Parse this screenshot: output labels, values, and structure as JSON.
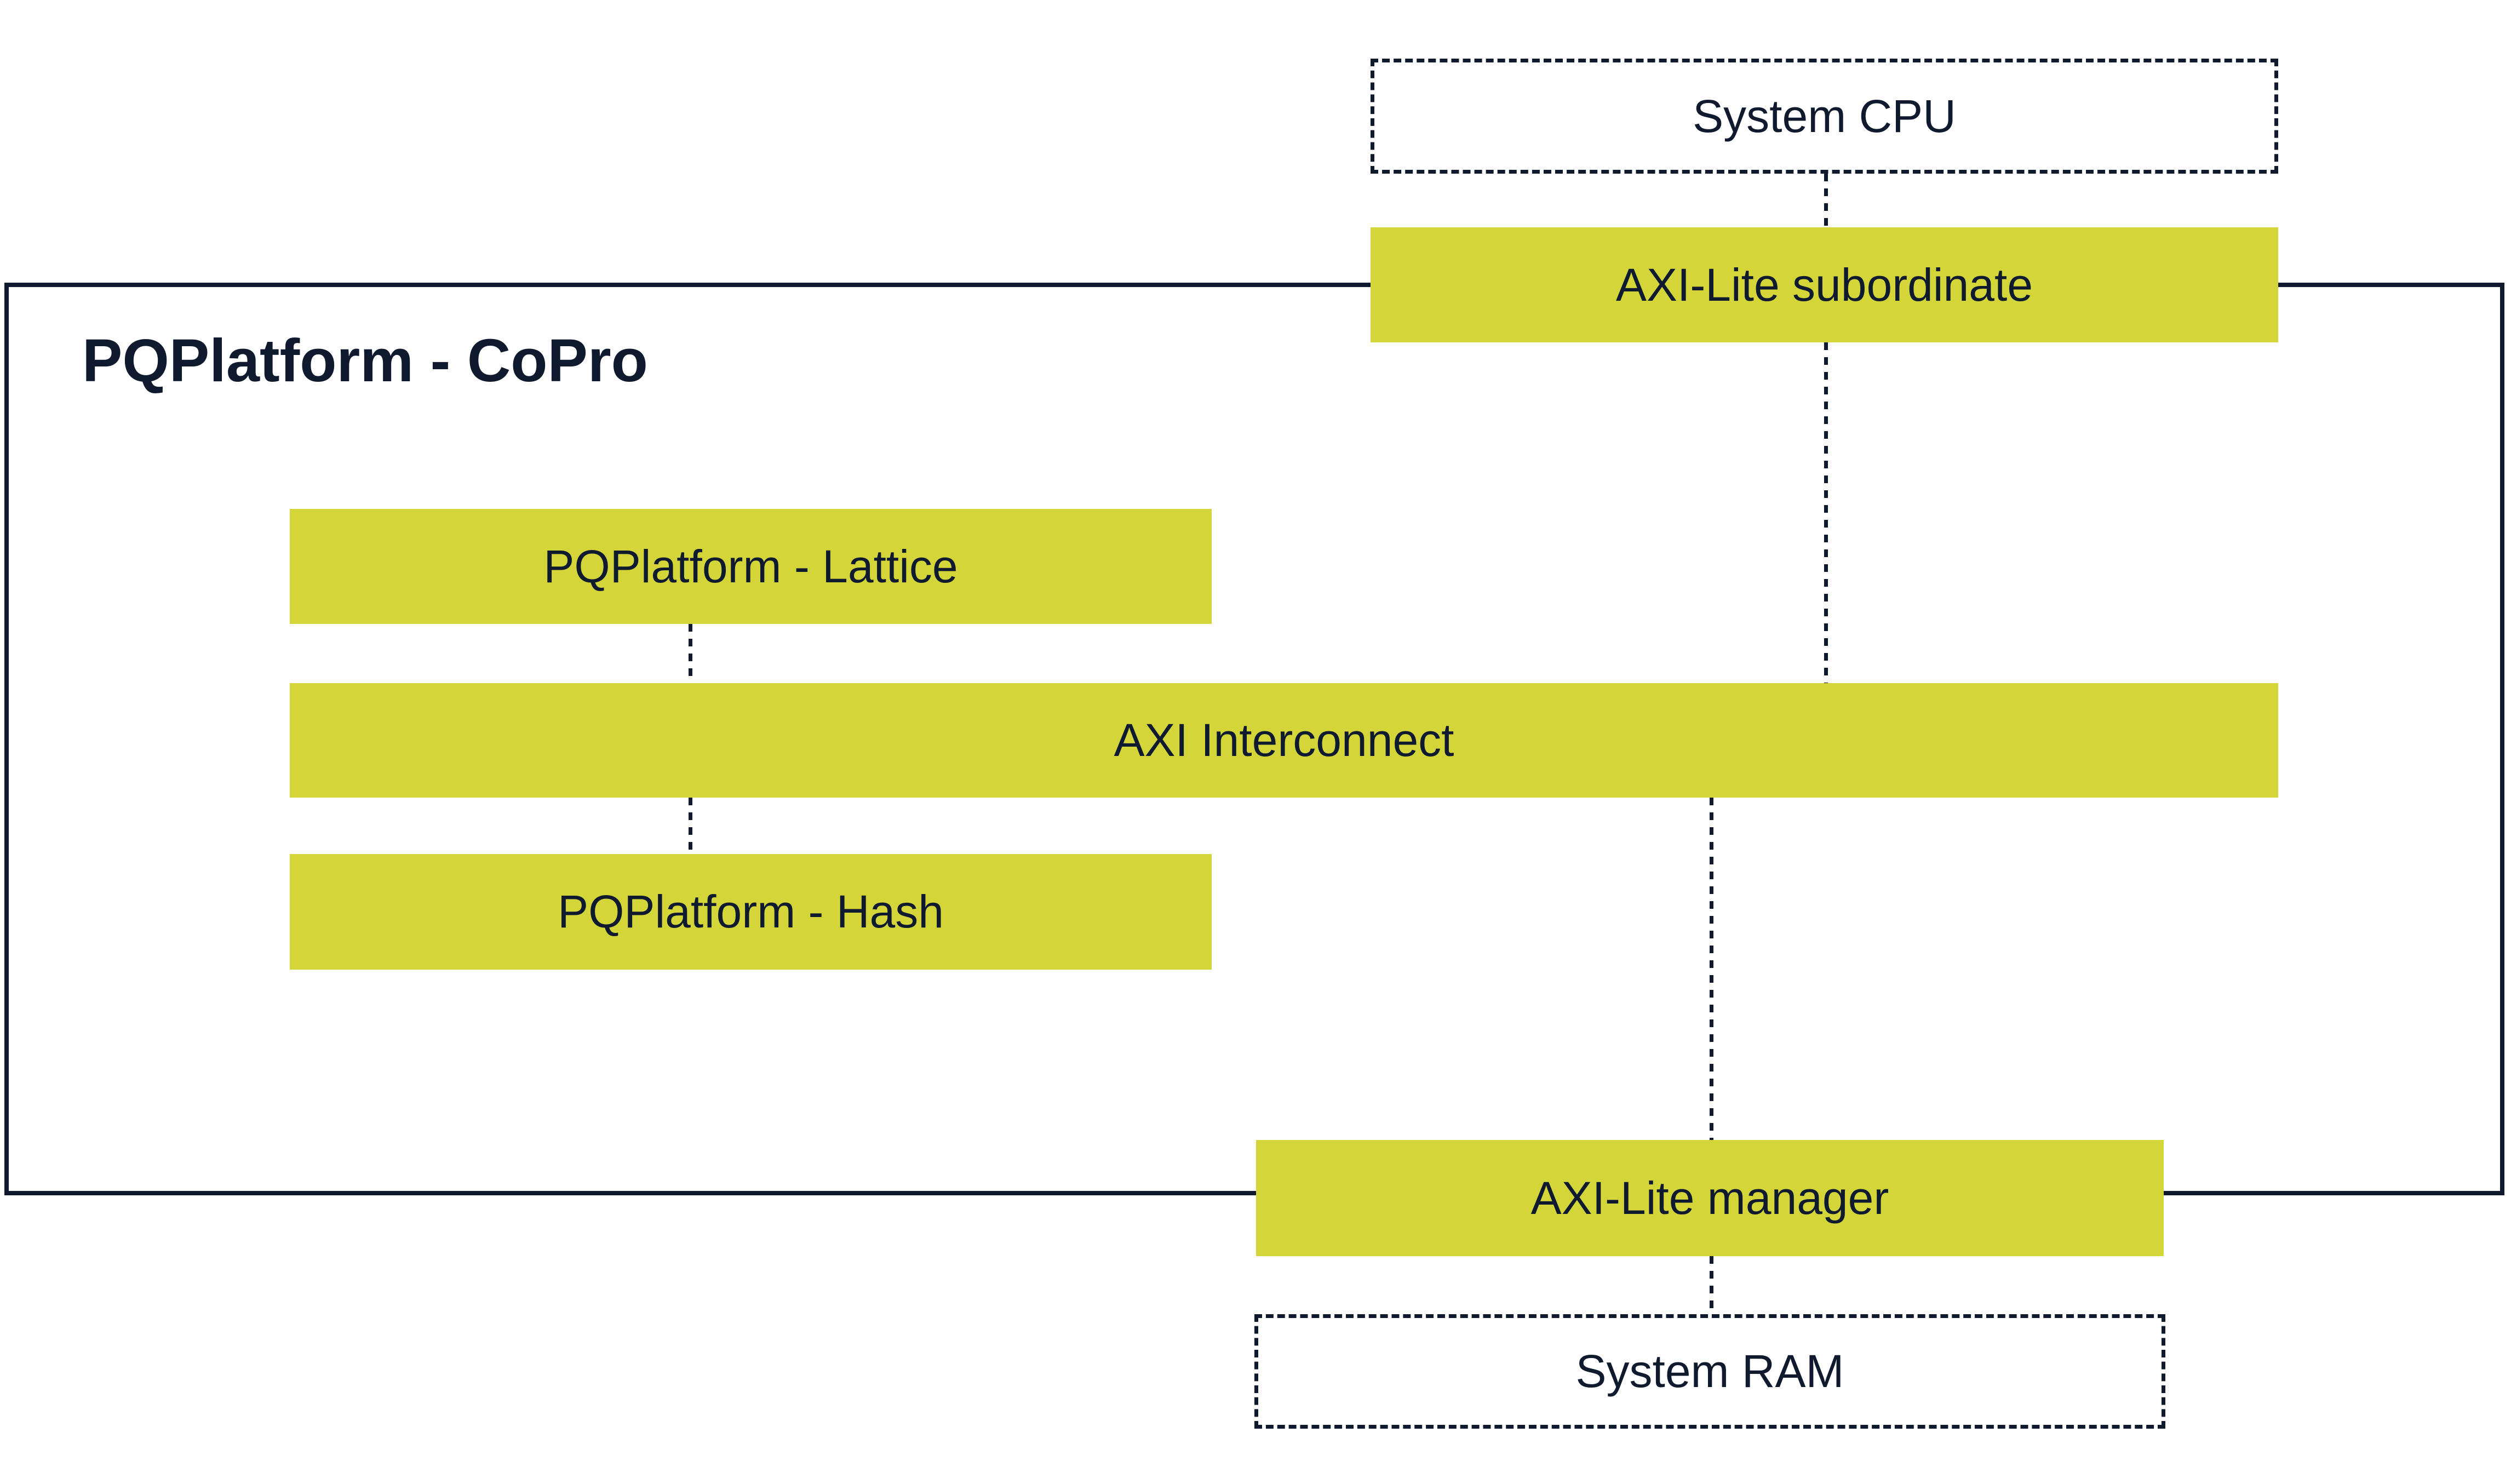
{
  "diagram": {
    "title": "PQPlatform - CoPro",
    "colors": {
      "accent_yellow": "#d4d538",
      "navy": "#101a2e",
      "background": "#ffffff"
    },
    "nodes": {
      "system_cpu": {
        "label": "System CPU",
        "style": "dashed-outline"
      },
      "axi_lite_subordinate": {
        "label": "AXI-Lite subordinate",
        "style": "solid-yellow"
      },
      "pqplatform_lattice": {
        "label": "PQPlatform - Lattice",
        "style": "solid-yellow"
      },
      "axi_interconnect": {
        "label": "AXI Interconnect",
        "style": "solid-yellow"
      },
      "pqplatform_hash": {
        "label": "PQPlatform - Hash",
        "style": "solid-yellow"
      },
      "axi_lite_manager": {
        "label": "AXI-Lite manager",
        "style": "solid-yellow"
      },
      "system_ram": {
        "label": "System RAM",
        "style": "dashed-outline"
      }
    },
    "connections": [
      {
        "from": "system_cpu",
        "to": "axi_lite_subordinate",
        "style": "dashed"
      },
      {
        "from": "axi_lite_subordinate",
        "to": "axi_interconnect",
        "style": "dashed"
      },
      {
        "from": "pqplatform_lattice",
        "to": "axi_interconnect",
        "style": "dashed"
      },
      {
        "from": "axi_interconnect",
        "to": "pqplatform_hash",
        "style": "dashed"
      },
      {
        "from": "axi_interconnect",
        "to": "axi_lite_manager",
        "style": "dashed"
      },
      {
        "from": "axi_lite_manager",
        "to": "system_ram",
        "style": "dashed"
      }
    ]
  }
}
